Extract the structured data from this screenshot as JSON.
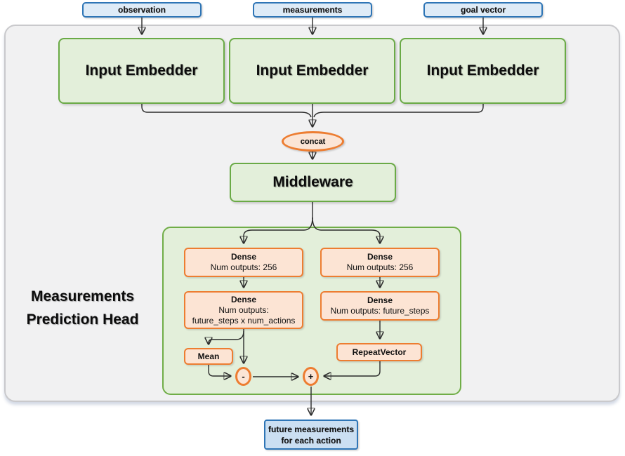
{
  "diagram": {
    "title": "Measurements Prediction Head",
    "title_line1": "Measurements",
    "title_line2": "Prediction Head",
    "inputs": [
      {
        "label": "observation"
      },
      {
        "label": "measurements"
      },
      {
        "label": "goal vector"
      }
    ],
    "embedders": [
      "Input Embedder",
      "Input Embedder",
      "Input Embedder"
    ],
    "concat_label": "concat",
    "middleware_label": "Middleware",
    "left_branch": {
      "dense1": {
        "title": "Dense",
        "subtitle": "Num outputs: 256"
      },
      "dense2": {
        "title": "Dense",
        "subtitle": "Num outputs:",
        "subtitle2": "future_steps x num_actions"
      },
      "mean_label": "Mean",
      "minus_label": "-"
    },
    "right_branch": {
      "dense1": {
        "title": "Dense",
        "subtitle": "Num outputs: 256"
      },
      "dense2": {
        "title": "Dense",
        "subtitle": "Num outputs: future_steps"
      },
      "repeat_label": "RepeatVector",
      "plus_label": "+"
    },
    "output": {
      "line1": "future measurements",
      "line2": "for each action"
    },
    "colors": {
      "blue_border": "#2e75b6",
      "blue_fill_light": "#deebf7",
      "blue_fill_output": "#cbdff2",
      "green_border": "#70ad47",
      "green_fill": "#e3efda",
      "orange_border": "#ed7d31",
      "orange_fill": "#fce4d4",
      "frame_fill": "#f1f1f2",
      "wire": "#2b2b2b"
    }
  }
}
